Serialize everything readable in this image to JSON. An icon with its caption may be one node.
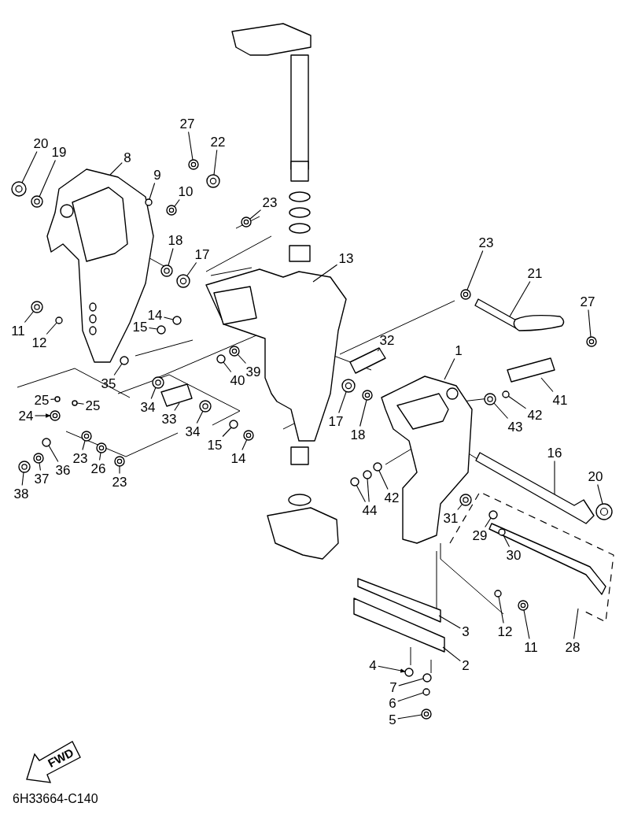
{
  "diagram": {
    "nodes": [
      {
        "text": [
          "20"
        ]
      },
      {
        "text": [
          "19"
        ]
      },
      {
        "text": [
          "8"
        ]
      },
      {
        "text": [
          "9"
        ]
      },
      {
        "text": [
          "10"
        ]
      },
      {
        "text": [
          "27"
        ]
      },
      {
        "text": [
          "22"
        ]
      },
      {
        "text": [
          "23"
        ]
      },
      {
        "text": [
          "18"
        ]
      },
      {
        "text": [
          "17"
        ]
      },
      {
        "text": [
          "13"
        ]
      },
      {
        "text": [
          "23"
        ]
      },
      {
        "text": [
          "21"
        ]
      },
      {
        "text": [
          "27"
        ]
      },
      {
        "text": [
          "11"
        ]
      },
      {
        "text": [
          "12"
        ]
      },
      {
        "text": [
          "14"
        ]
      },
      {
        "text": [
          "15"
        ]
      },
      {
        "text": [
          "32"
        ]
      },
      {
        "text": [
          "1"
        ]
      },
      {
        "text": [
          "39"
        ]
      },
      {
        "text": [
          "40"
        ]
      },
      {
        "text": [
          "35"
        ]
      },
      {
        "text": [
          "17"
        ]
      },
      {
        "text": [
          "18"
        ]
      },
      {
        "text": [
          "34"
        ]
      },
      {
        "text": [
          "33"
        ]
      },
      {
        "text": [
          "34"
        ]
      },
      {
        "text": [
          "25"
        ]
      },
      {
        "text": [
          "25"
        ]
      },
      {
        "text": [
          "24"
        ]
      },
      {
        "text": [
          "15"
        ]
      },
      {
        "text": [
          "14"
        ]
      },
      {
        "text": [
          "23"
        ]
      },
      {
        "text": [
          "26"
        ]
      },
      {
        "text": [
          "23"
        ]
      },
      {
        "text": [
          "36"
        ]
      },
      {
        "text": [
          "37"
        ]
      },
      {
        "text": [
          "38"
        ]
      },
      {
        "text": [
          "41"
        ]
      },
      {
        "text": [
          "42"
        ]
      },
      {
        "text": [
          "43"
        ]
      },
      {
        "text": [
          "42"
        ]
      },
      {
        "text": [
          "44"
        ]
      },
      {
        "text": [
          "16"
        ]
      },
      {
        "text": [
          "20"
        ]
      },
      {
        "text": [
          "31"
        ]
      },
      {
        "text": [
          "29"
        ]
      },
      {
        "text": [
          "30"
        ]
      },
      {
        "text": [
          "3"
        ]
      },
      {
        "text": [
          "12"
        ]
      },
      {
        "text": [
          "11"
        ]
      },
      {
        "text": [
          "28"
        ]
      },
      {
        "text": [
          "2"
        ]
      },
      {
        "text": [
          "4"
        ]
      },
      {
        "text": [
          "7"
        ]
      },
      {
        "text": [
          "6"
        ]
      },
      {
        "text": [
          "5"
        ]
      },
      {
        "text": [
          "FWD"
        ]
      },
      {
        "text": [],
        "shape": "circle"
      },
      {
        "text": [],
        "shape": "circle"
      },
      {
        "text": [],
        "shape": "circle"
      },
      {
        "text": [],
        "shape": "circle"
      },
      {
        "text": [],
        "shape": "circle"
      },
      {
        "text": [],
        "shape": "circle"
      },
      {
        "text": [],
        "shape": "circle"
      },
      {
        "text": [],
        "shape": "circle"
      },
      {
        "text": [],
        "shape": "circle"
      },
      {
        "text": [],
        "shape": "circle"
      },
      {
        "text": [],
        "shape": "circle"
      },
      {
        "text": [],
        "shape": "circle"
      },
      {
        "text": [],
        "shape": "circle"
      },
      {
        "text": [],
        "shape": "circle"
      },
      {
        "text": [],
        "shape": "circle"
      },
      {
        "text": [],
        "shape": "circle"
      },
      {
        "text": [],
        "shape": "circle"
      },
      {
        "text": [],
        "shape": "circle"
      },
      {
        "text": [],
        "shape": "circle"
      },
      {
        "text": [],
        "shape": "circle"
      },
      {
        "text": [],
        "shape": "circle"
      },
      {
        "text": [],
        "shape": "circle"
      },
      {
        "text": [],
        "shape": "circle"
      },
      {
        "text": [],
        "shape": "circle"
      },
      {
        "text": [],
        "shape": "circle"
      },
      {
        "text": [],
        "shape": "circle"
      },
      {
        "text": [],
        "shape": "circle"
      },
      {
        "text": [],
        "shape": "circle"
      },
      {
        "text": [],
        "shape": "circle"
      },
      {
        "text": [],
        "shape": "circle"
      },
      {
        "text": [],
        "shape": "circle"
      },
      {
        "text": [],
        "shape": "circle"
      },
      {
        "text": [],
        "shape": "circle"
      },
      {
        "text": [],
        "shape": "circle"
      },
      {
        "text": [],
        "shape": "circle"
      },
      {
        "text": [],
        "shape": "circle"
      },
      {
        "text": [],
        "shape": "circle"
      },
      {
        "text": [],
        "shape": "circle"
      },
      {
        "text": [],
        "shape": "circle"
      },
      {
        "text": [],
        "shape": "circle"
      },
      {
        "text": [],
        "shape": "circle"
      },
      {
        "text": [],
        "shape": "circle"
      },
      {
        "text": [],
        "shape": "circle"
      },
      {
        "text": [],
        "shape": "circle"
      },
      {
        "text": [],
        "shape": "circle"
      },
      {
        "text": [],
        "shape": "circle"
      },
      {
        "text": [],
        "shape": "circle"
      },
      {
        "text": [],
        "shape": "circle"
      }
    ],
    "edges": [
      {
        "from": 0,
        "to": 59,
        "arrow": "none"
      },
      {
        "from": 1,
        "to": 60,
        "arrow": "none"
      },
      {
        "from": 2,
        "to": null,
        "arrow": "none"
      },
      {
        "from": 3,
        "to": 61,
        "arrow": "none"
      },
      {
        "from": 4,
        "to": 62,
        "arrow": "none"
      },
      {
        "from": 5,
        "to": 63,
        "arrow": "none"
      },
      {
        "from": 6,
        "to": 64,
        "arrow": "none"
      },
      {
        "from": 7,
        "to": 65,
        "arrow": "none"
      },
      {
        "from": 8,
        "to": 66,
        "arrow": "none"
      },
      {
        "from": 9,
        "to": 67,
        "arrow": "none"
      },
      {
        "from": 10,
        "to": null,
        "arrow": "none"
      },
      {
        "from": 11,
        "to": 68,
        "arrow": "none"
      },
      {
        "from": 12,
        "to": null,
        "arrow": "none"
      },
      {
        "from": 13,
        "to": 69,
        "arrow": "none"
      },
      {
        "from": 14,
        "to": 70,
        "arrow": "none"
      },
      {
        "from": 15,
        "to": 71,
        "arrow": "none"
      },
      {
        "from": 16,
        "to": 72,
        "arrow": "none"
      },
      {
        "from": 17,
        "to": 73,
        "arrow": "none"
      },
      {
        "from": 18,
        "to": null,
        "arrow": "none"
      },
      {
        "from": 19,
        "to": null,
        "arrow": "none"
      },
      {
        "from": 20,
        "to": 74,
        "arrow": "none"
      },
      {
        "from": 21,
        "to": 75,
        "arrow": "none"
      },
      {
        "from": 22,
        "to": 76,
        "arrow": "none"
      },
      {
        "from": 23,
        "to": 77,
        "arrow": "none"
      },
      {
        "from": 24,
        "to": 78,
        "arrow": "none"
      },
      {
        "from": 25,
        "to": 79,
        "arrow": "none"
      },
      {
        "from": 26,
        "to": null,
        "arrow": "none"
      },
      {
        "from": 27,
        "to": 80,
        "arrow": "none"
      },
      {
        "from": 28,
        "to": 81,
        "arrow": "none"
      },
      {
        "from": 29,
        "to": 82,
        "arrow": "none"
      },
      {
        "from": 30,
        "to": 83,
        "arrow": "to"
      },
      {
        "from": 31,
        "to": 84,
        "arrow": "none"
      },
      {
        "from": 32,
        "to": 85,
        "arrow": "none"
      },
      {
        "from": 33,
        "to": 86,
        "arrow": "none"
      },
      {
        "from": 34,
        "to": 87,
        "arrow": "none"
      },
      {
        "from": 35,
        "to": 88,
        "arrow": "none"
      },
      {
        "from": 36,
        "to": 89,
        "arrow": "none"
      },
      {
        "from": 37,
        "to": 90,
        "arrow": "none"
      },
      {
        "from": 38,
        "to": 91,
        "arrow": "none"
      },
      {
        "from": 39,
        "to": null,
        "arrow": "none"
      },
      {
        "from": 40,
        "to": 92,
        "arrow": "none"
      },
      {
        "from": 41,
        "to": 93,
        "arrow": "none"
      },
      {
        "from": 42,
        "to": 94,
        "arrow": "none"
      },
      {
        "from": 43,
        "to": 95,
        "arrow": "none"
      },
      {
        "from": 43,
        "to": 96,
        "arrow": "none"
      },
      {
        "from": 44,
        "to": null,
        "arrow": "none"
      },
      {
        "from": 45,
        "to": 97,
        "arrow": "none"
      },
      {
        "from": 46,
        "to": 98,
        "arrow": "none"
      },
      {
        "from": 47,
        "to": 99,
        "arrow": "none"
      },
      {
        "from": 48,
        "to": 100,
        "arrow": "none"
      },
      {
        "from": 49,
        "to": null,
        "arrow": "none"
      },
      {
        "from": 50,
        "to": 101,
        "arrow": "none"
      },
      {
        "from": 51,
        "to": 102,
        "arrow": "none"
      },
      {
        "from": 52,
        "to": null,
        "arrow": "none"
      },
      {
        "from": 53,
        "to": null,
        "arrow": "none"
      },
      {
        "from": 54,
        "to": 103,
        "arrow": "to"
      },
      {
        "from": 55,
        "to": 104,
        "arrow": "none"
      },
      {
        "from": 56,
        "to": 105,
        "arrow": "none"
      },
      {
        "from": 57,
        "to": 106,
        "arrow": "none"
      }
    ],
    "labels": [
      "6H33664-C140"
    ]
  }
}
